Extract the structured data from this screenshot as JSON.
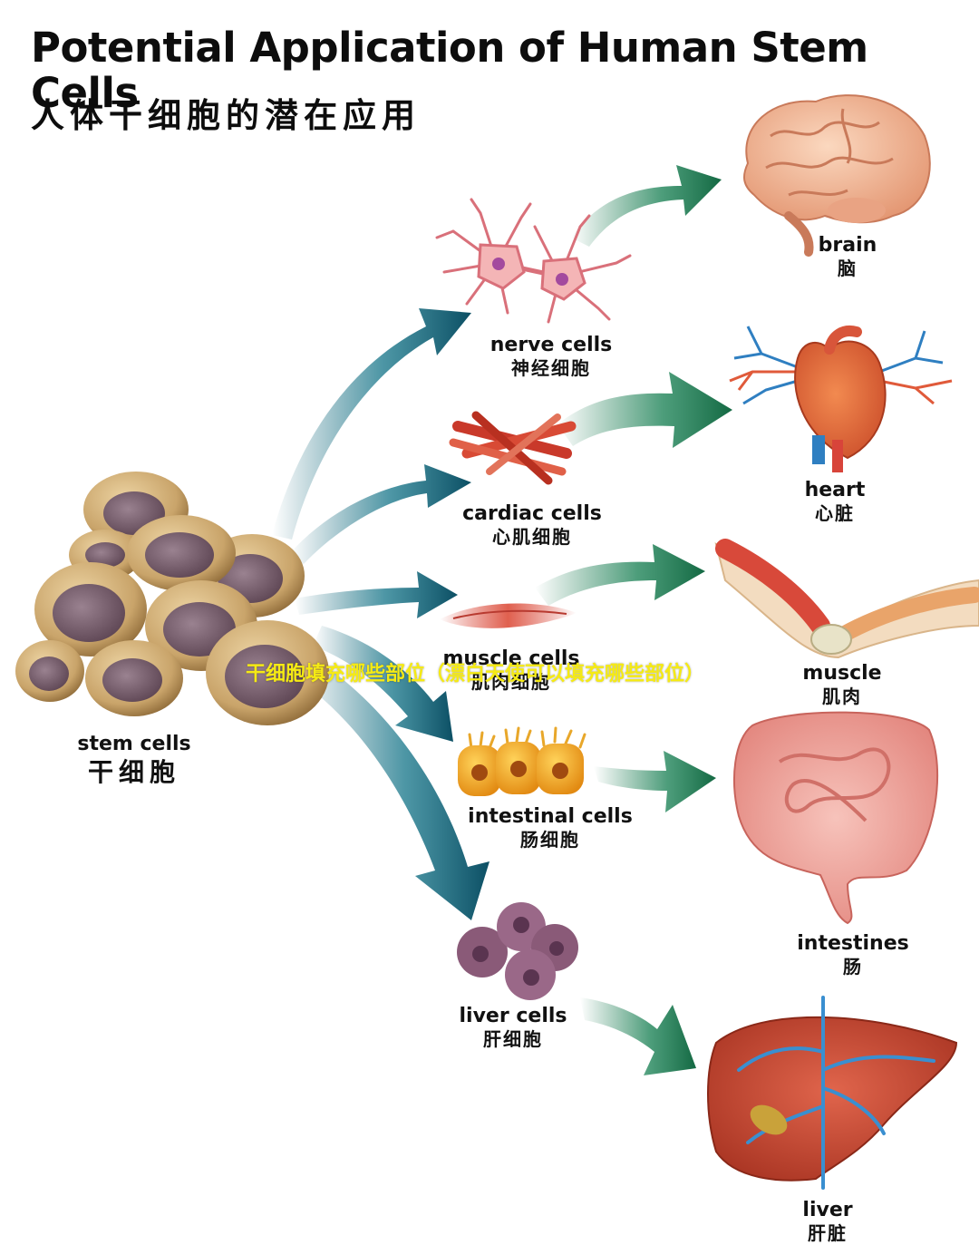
{
  "header": {
    "title": "Potential Application of Human Stem Cells",
    "subtitle": "人体干细胞的潜在应用"
  },
  "source": {
    "en": "stem cells",
    "zh": "干细胞"
  },
  "cells": [
    {
      "en": "nerve cells",
      "zh": "神经细胞"
    },
    {
      "en": "cardiac cells",
      "zh": "心肌细胞"
    },
    {
      "en": "muscle cells",
      "zh": "肌肉细胞"
    },
    {
      "en": "intestinal cells",
      "zh": "肠细胞"
    },
    {
      "en": "liver cells",
      "zh": "肝细胞"
    }
  ],
  "organs": [
    {
      "en": "brain",
      "zh": "脑"
    },
    {
      "en": "heart",
      "zh": "心脏"
    },
    {
      "en": "muscle",
      "zh": "肌肉"
    },
    {
      "en": "intestines",
      "zh": "肠"
    },
    {
      "en": "liver",
      "zh": "肝脏"
    }
  ],
  "overlay_caption": "干细胞填充哪些部位（漂白天使可以填充哪些部位）",
  "colors": {
    "arrow_teal": "#0f5f73",
    "arrow_green": "#1e7a52",
    "stem_cell_shell": "#c9a46a",
    "stem_cell_nucleus": "#7d6470",
    "caption": "#f5ea14"
  }
}
